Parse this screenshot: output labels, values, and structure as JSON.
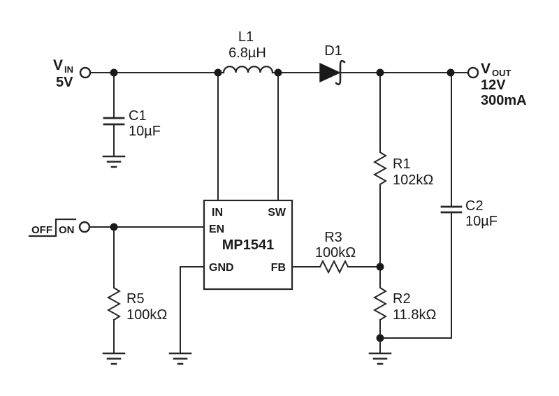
{
  "schematic": {
    "input": {
      "name": "V",
      "sub": "IN",
      "voltage": "5V"
    },
    "output": {
      "name": "V",
      "sub": "OUT",
      "voltage": "12V",
      "current": "300mA"
    },
    "enable_switch": {
      "off": "OFF",
      "on": "ON"
    },
    "ic": {
      "part": "MP1541",
      "pin_in": "IN",
      "pin_sw": "SW",
      "pin_en": "EN",
      "pin_gnd": "GND",
      "pin_fb": "FB"
    },
    "inductor_l1": {
      "ref": "L1",
      "value": "6.8µH"
    },
    "diode_d1": {
      "ref": "D1"
    },
    "cap_c1": {
      "ref": "C1",
      "value": "10µF"
    },
    "cap_c2": {
      "ref": "C2",
      "value": "10µF"
    },
    "res_r1": {
      "ref": "R1",
      "value": "102kΩ"
    },
    "res_r2": {
      "ref": "R2",
      "value": "11.8kΩ"
    },
    "res_r3": {
      "ref": "R3",
      "value": "100kΩ"
    },
    "res_r5": {
      "ref": "R5",
      "value": "100kΩ"
    },
    "colors": {
      "line": "#262626",
      "background": "#ffffff"
    }
  }
}
